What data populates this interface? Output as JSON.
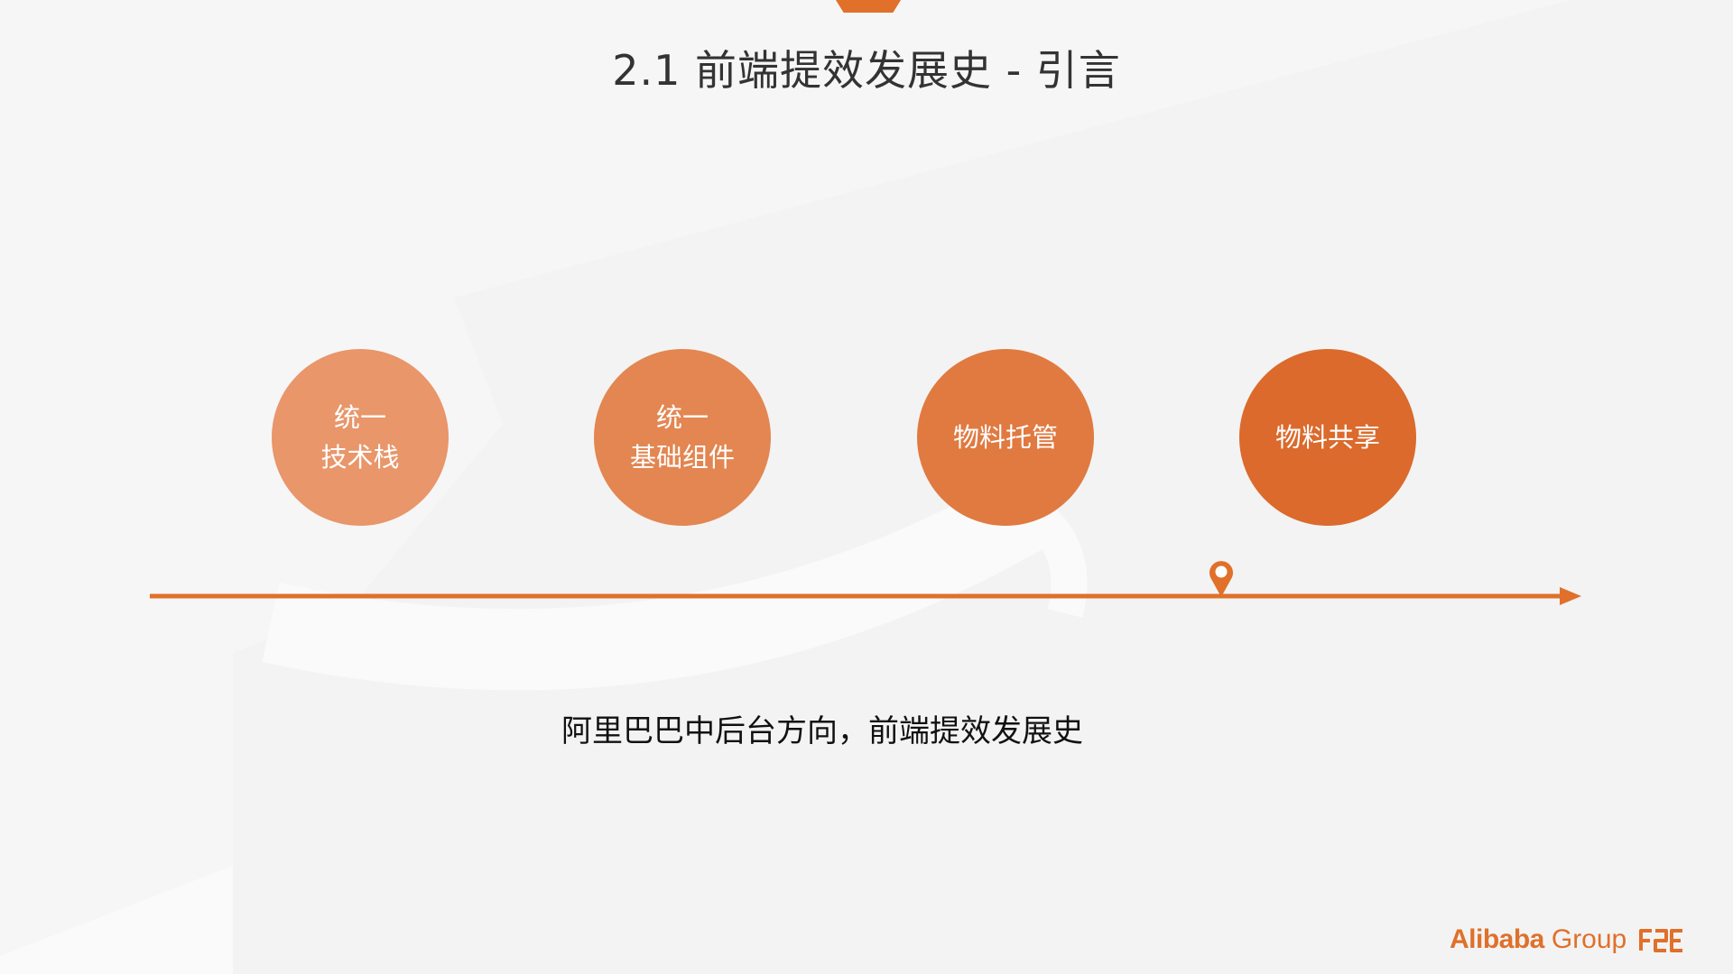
{
  "slide": {
    "title": "2.1 前端提效发展史 - 引言",
    "caption": "阿里巴巴中后台方向，前端提效发展史"
  },
  "timeline": {
    "stages": [
      {
        "lines": [
          "统一",
          "技术栈"
        ],
        "color": "#e8966a"
      },
      {
        "lines": [
          "统一",
          "基础组件"
        ],
        "color": "#e38651"
      },
      {
        "lines": [
          "物料托管"
        ],
        "color": "#e07a41"
      },
      {
        "lines": [
          "物料共享"
        ],
        "color": "#db6a2c"
      }
    ],
    "axis_color": "#e0702a"
  },
  "branding": {
    "logo_brand": "Alibaba",
    "logo_group": "Group",
    "logo_mark": "F2E"
  },
  "colors": {
    "accent": "#e0702a",
    "background": "#f5f5f5"
  }
}
